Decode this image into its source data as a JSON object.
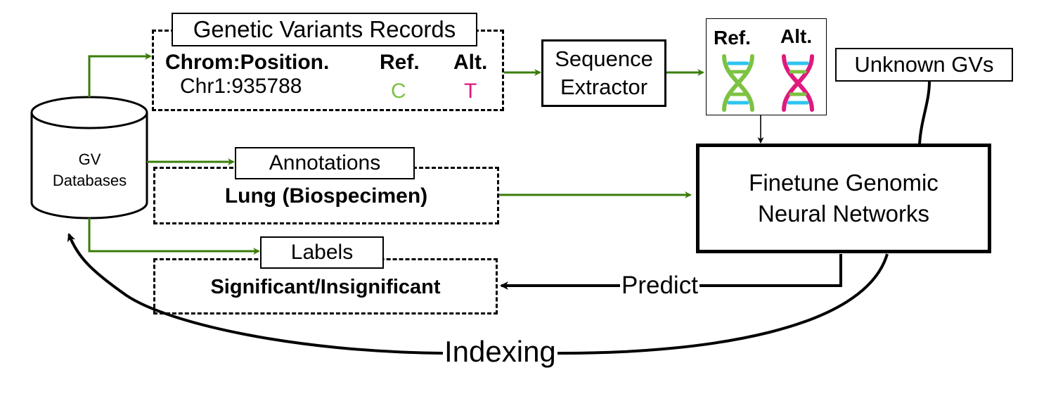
{
  "database": {
    "line1": "GV",
    "line2": "Databases"
  },
  "variant_records": {
    "title": "Genetic Variants Records",
    "col_position_header": "Chrom:Position.",
    "col_ref_header": "Ref.",
    "col_alt_header": "Alt.",
    "position_value": "Chr1:935788",
    "ref_value": "C",
    "alt_value": "T"
  },
  "annotations": {
    "title": "Annotations",
    "value": "Lung (Biospecimen)"
  },
  "labels": {
    "title": "Labels",
    "value": "Significant/Insignificant"
  },
  "sequence_extractor": {
    "line1": "Sequence",
    "line2": "Extractor"
  },
  "dna_panel": {
    "ref_label": "Ref.",
    "alt_label": "Alt."
  },
  "unknown_gvs": "Unknown GVs",
  "model": {
    "line1": "Finetune Genomic",
    "line2": "Neural Networks"
  },
  "edges": {
    "predict": "Predict",
    "indexing": "Indexing"
  },
  "colors": {
    "arrow_green": "#3a7d0a",
    "ref_green": "#7dc242",
    "alt_pink": "#e0197d",
    "dna_rung_blue": "#2ec4ef",
    "black": "#000000"
  },
  "icons": [
    "dna-ref-icon",
    "dna-alt-icon",
    "database-cylinder-icon"
  ]
}
